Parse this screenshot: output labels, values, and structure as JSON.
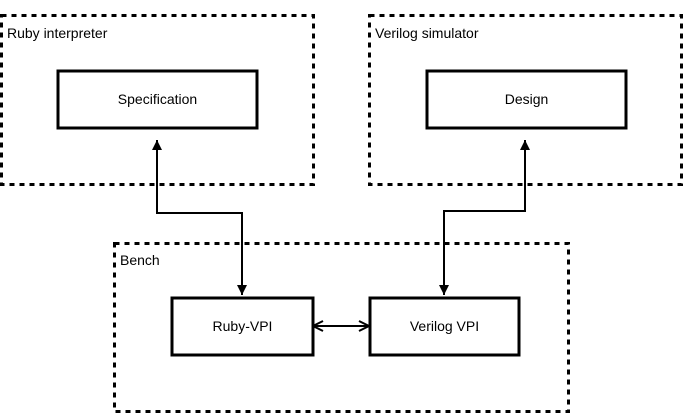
{
  "groups": {
    "ruby_interpreter": "Ruby interpreter",
    "verilog_simulator": "Verilog simulator",
    "bench": "Bench"
  },
  "nodes": {
    "specification": "Specification",
    "design": "Design",
    "ruby_vpi": "Ruby-VPI",
    "verilog_vpi": "Verilog VPI"
  },
  "colors": {
    "stroke": "#000000",
    "fill": "#ffffff"
  },
  "connections": [
    {
      "from": "specification",
      "to": "ruby_vpi",
      "direction": "bidirectional"
    },
    {
      "from": "design",
      "to": "verilog_vpi",
      "direction": "bidirectional"
    },
    {
      "from": "ruby_vpi",
      "to": "verilog_vpi",
      "direction": "bidirectional"
    }
  ]
}
